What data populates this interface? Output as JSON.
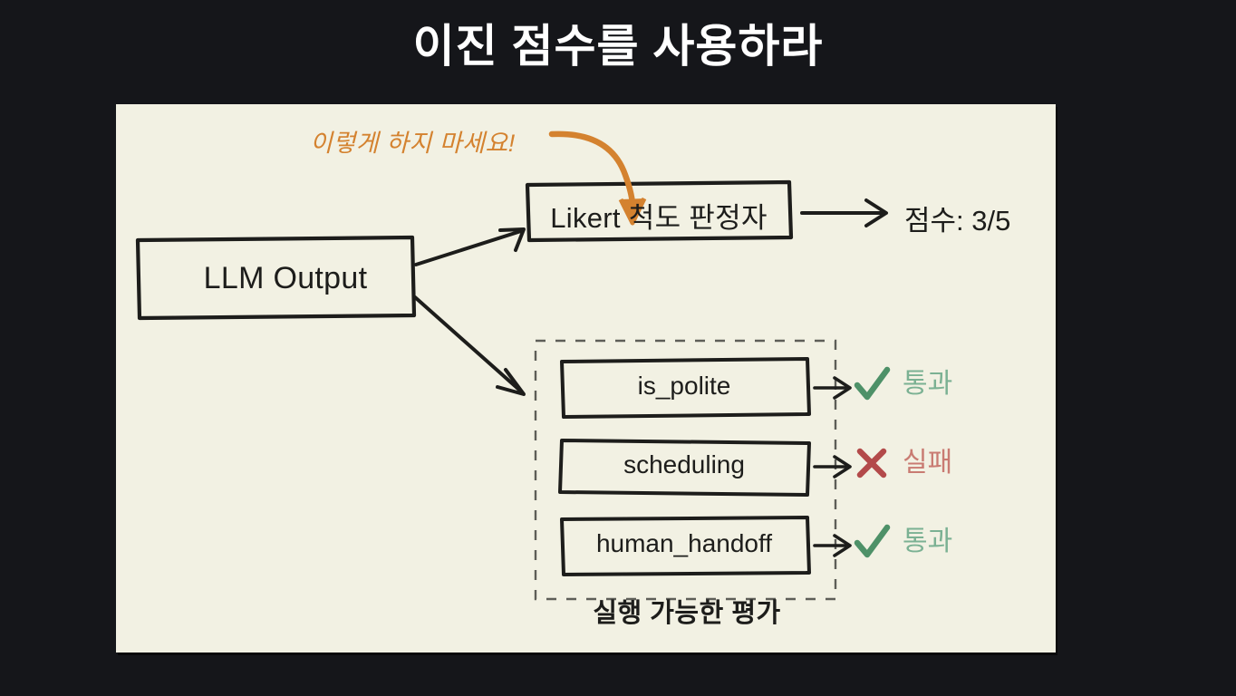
{
  "slide": {
    "title": "이진 점수를 사용하라",
    "background_color": "#15161a",
    "board_color": "#f2f1e3",
    "ink_color": "#1d1d1b"
  },
  "diagram": {
    "source_node": {
      "label": "LLM Output"
    },
    "annotation": {
      "text": "이렇게 하지 마세요!",
      "color": "#d4822f",
      "icon": "curved-arrow-icon"
    },
    "likert_branch": {
      "node_label": "Likert 척도 판정자",
      "arrow": "arrow-right-icon",
      "result": "점수: 3/5"
    },
    "binary_branch": {
      "caption": "실행 가능한 평가",
      "container": "dashed-group",
      "checks": [
        {
          "label": "is_polite",
          "arrow": "arrow-right-icon",
          "mark": "check-icon",
          "verdict": "통과",
          "mark_color": "#4e9168",
          "verdict_color": "#7bb193"
        },
        {
          "label": "scheduling",
          "arrow": "arrow-right-icon",
          "mark": "cross-icon",
          "verdict": "실패",
          "mark_color": "#b34a4a",
          "verdict_color": "#c97b72"
        },
        {
          "label": "human_handoff",
          "arrow": "arrow-right-icon",
          "mark": "check-icon",
          "verdict": "통과",
          "mark_color": "#4e9168",
          "verdict_color": "#7bb193"
        }
      ]
    }
  }
}
